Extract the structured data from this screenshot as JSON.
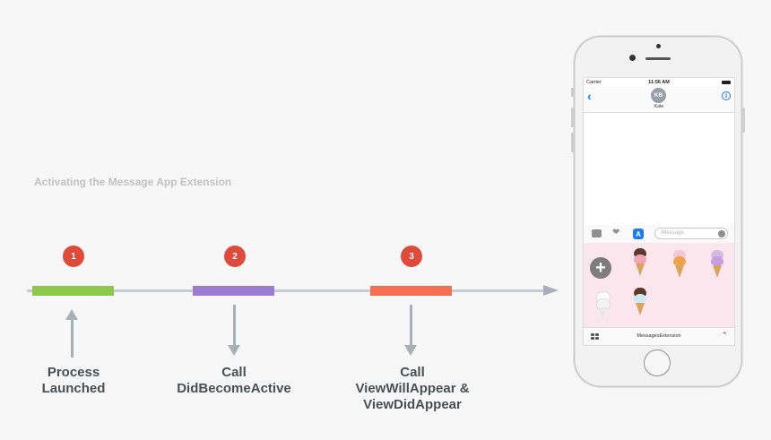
{
  "title": "Activating the Message App Extension",
  "colors": {
    "step1": "#8cc84b",
    "step2": "#9b7cd0",
    "step3": "#f46e51",
    "badge": "#e04a3a",
    "timeline": "#c5ccd3",
    "arrow": "#a7afb7",
    "label": "#4a4f55"
  },
  "steps": [
    {
      "number": "1",
      "lines": [
        "Process",
        "Launched"
      ],
      "arrow": "up"
    },
    {
      "number": "2",
      "lines": [
        "Call",
        "DidBecomeActive"
      ],
      "arrow": "down"
    },
    {
      "number": "3",
      "lines": [
        "Call",
        "ViewWillAppear &",
        "ViewDidAppear"
      ],
      "arrow": "down"
    }
  ],
  "phone": {
    "carrier": "Carrier",
    "time": "11:56 AM",
    "avatar_initials": "KB",
    "contact_name": "Kate",
    "message_placeholder": "iMessage",
    "extension_name": "MessagesExtension",
    "icons": [
      "back-chevron-icon",
      "info-icon",
      "camera-icon",
      "heart-icon",
      "app-store-icon",
      "microphone-icon",
      "add-sticker-icon",
      "app-grid-icon",
      "chevron-up-icon"
    ],
    "drawer_color": "#fbe6ee"
  }
}
